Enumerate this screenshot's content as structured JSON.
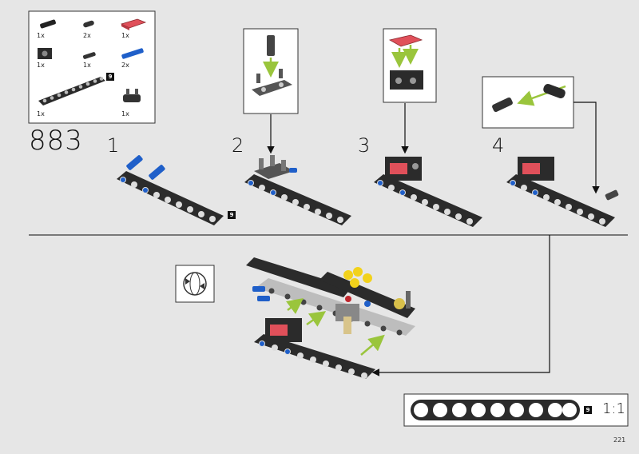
{
  "parts_list": {
    "items": [
      {
        "qty": "1x",
        "part": "axle-connector"
      },
      {
        "qty": "2x",
        "part": "pin-with-friction"
      },
      {
        "qty": "1x",
        "part": "red-tile-1x2"
      },
      {
        "qty": "1x",
        "part": "brick-with-holes"
      },
      {
        "qty": "1x",
        "part": "black-pin"
      },
      {
        "qty": "2x",
        "part": "blue-axle-pin"
      },
      {
        "qty": "1x",
        "part": "beam-9"
      },
      {
        "qty": "1x",
        "part": "double-pin-connector"
      }
    ],
    "beam_length_label": "9"
  },
  "set_number": "883",
  "steps": [
    {
      "number": "1",
      "badge": "9"
    },
    {
      "number": "2"
    },
    {
      "number": "3"
    },
    {
      "number": "4"
    }
  ],
  "scale_ref": {
    "badge": "9",
    "ratio": "1:1"
  },
  "page_number": "221",
  "colors": {
    "background": "#e6e6e6",
    "beam": "#2b2b2b",
    "blue_pin": "#1f5fc9",
    "red_tile": "#e0505a",
    "yellow": "#f2d21b",
    "arrow_green": "#9ac53c"
  }
}
